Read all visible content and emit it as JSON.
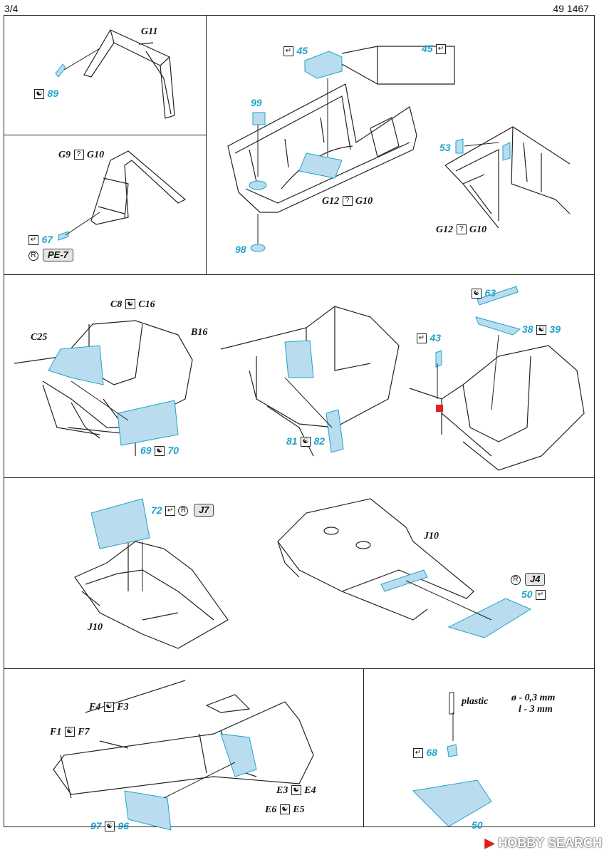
{
  "header": {
    "page": "3/4",
    "code": "49 1467"
  },
  "labels": {
    "g11": "G11",
    "n89": "89",
    "g9": "G9",
    "g10a": "G10",
    "n67": "67",
    "pe7": "PE-7",
    "n45a": "45",
    "n45b": "45",
    "n99": "99",
    "n98": "98",
    "g12a": "G12",
    "g10b": "G10",
    "n53": "53",
    "g12b": "G12",
    "g10c": "G10",
    "c8": "C8",
    "c16": "C16",
    "c25": "C25",
    "b16": "B16",
    "n69": "69",
    "n70": "70",
    "n81": "81",
    "n82": "82",
    "n63": "63",
    "n43": "43",
    "n38": "38",
    "n39": "39",
    "n72": "72",
    "j7": "J7",
    "j10a": "J10",
    "j10b": "J10",
    "j4": "J4",
    "n50a": "50",
    "f4": "F4",
    "f3": "F3",
    "f1": "F1",
    "f7": "F7",
    "e3": "E3",
    "e4": "E4",
    "e6": "E6",
    "e5": "E5",
    "n97": "97",
    "n96": "96",
    "n68": "68",
    "n50b": "50",
    "plastic": "plastic",
    "dia": "ø - 0,3 mm",
    "len": "l - 3 mm"
  },
  "symbols": {
    "bend": "↵",
    "either": "?",
    "resin": "R",
    "yinyang": "☯"
  },
  "watermark": {
    "brand": "HOBBY SEARCH"
  },
  "colors": {
    "accent": "#1fa3c9",
    "fill": "#b9dcef",
    "highlight": "#e0221f"
  }
}
